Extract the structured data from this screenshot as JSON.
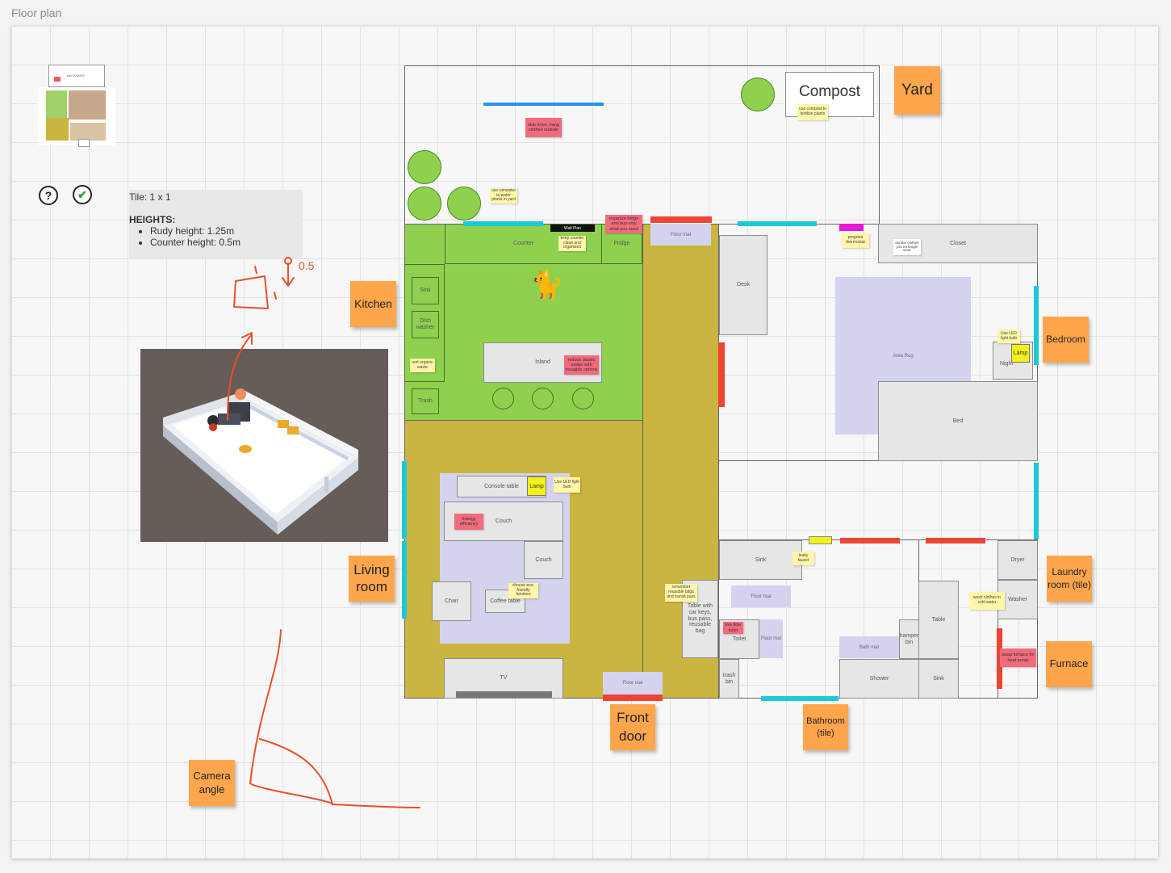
{
  "frame": {
    "title": "Floor plan"
  },
  "thumbnail": {
    "label": "BACKYARD"
  },
  "controls": {
    "help_symbol": "?",
    "check_symbol": "✔"
  },
  "info": {
    "tile": "Tile: 1 x 1",
    "heights_heading": "HEIGHTS:",
    "heights": [
      "Rudy height: 1.25m",
      "Counter height: 0.5m"
    ]
  },
  "annotation": {
    "half_label": "0.5"
  },
  "labels": {
    "yard": "Yard",
    "compost": "Compost",
    "kitchen": "Kitchen",
    "bedroom": "Bedroom",
    "living_room": "Living room",
    "front_door": "Front door",
    "bathroom": "Bathroom (tile)",
    "laundry": "Laundry room (tile)",
    "furnace": "Furnace",
    "camera": "Camera angle"
  },
  "furniture": {
    "counter": "Counter",
    "fridge": "Fridge",
    "sink": "Sink",
    "dishwasher": "Dish washer",
    "island": "Island",
    "trash": "Trash",
    "floor_mat_top": "Floor mat",
    "desk": "Desk",
    "closet": "Closet",
    "area_rug": "Area Rug",
    "bed": "Bed",
    "night": "Night",
    "console_table": "Console table",
    "couch1": "Couch",
    "couch2": "Couch",
    "chair": "Chair",
    "coffee_table": "Coffee table",
    "tv": "TV",
    "floor_mat_front": "Floor mat",
    "table_keys": "Table with car keys, bus pass, reusable bag",
    "bath_sink": "Sink",
    "bath_floor_mat": "Floor mat",
    "toilet": "Toilet",
    "floor_mat_small": "Floor mat",
    "bath_mat": "Bath mat",
    "hamper": "hamper bin",
    "shower": "Shower",
    "trash_bin": "trash bin",
    "table": "Table",
    "laundry_sink": "Sink",
    "dryer": "Dryer",
    "washer": "Washer",
    "wall_plan": "Wall Plan",
    "lamp1": "Lamp",
    "lamp2": "Lamp"
  },
  "notes": {
    "skip_dryer": "skip dryer, hang clothes outside",
    "compost_note": "use compost to fertilize plants",
    "yard_note": "use rainwater to water plants in yard",
    "fridge_note": "organize fridge and buy only what you need",
    "reduce_plastic": "reduce plastic usage with reusable options",
    "counter_note": "keep counter clean and organized",
    "thermostat": "program thermostat",
    "closet_note": "donate clothes you no longer wear",
    "led_bedroom": "Use LED light bulb",
    "led_living": "Use LED light bulb",
    "energy_eff": "Energy efficiency",
    "coffee_note": "choose eco-friendly furniture",
    "door_note": "remember reusable bags and transit pass",
    "leaky": "leaky faucet",
    "low_flow": "low flow toilet",
    "wash_cold": "wash clothes in cold water",
    "furnace_note": "swap furnace for heat pump",
    "trash_note": "sort organic waste"
  },
  "colors": {
    "kitchen_floor": "#8fd14f",
    "living_floor": "#c9b53f",
    "window": "#1ec8d8",
    "door": "#ee4433",
    "sticky": "#ffa64d",
    "rug": "#d3d3ef",
    "pen": "#e8502e"
  }
}
